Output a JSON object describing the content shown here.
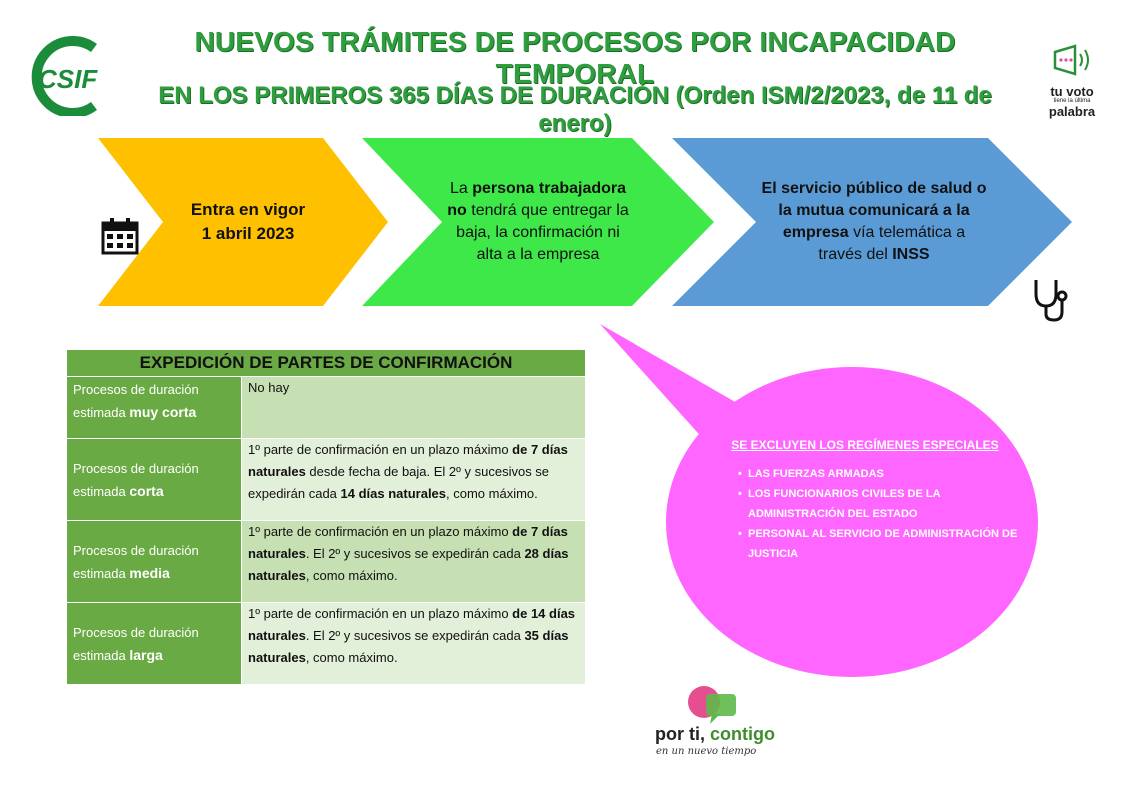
{
  "header": {
    "logo_text": "CSIF",
    "title_line1": "NUEVOS TRÁMITES DE PROCESOS POR INCAPACIDAD TEMPORAL",
    "title_line2": "EN LOS PRIMEROS 365 DÍAS DE DURACIÓN (Orden ISM/2/2023, de 11 de enero)",
    "tuvoto_big1": "tu voto",
    "tuvoto_small": "tiene la última",
    "tuvoto_big2": "palabra"
  },
  "steps": {
    "step1_line1": "Entra en vigor",
    "step1_line2": "1 abril 2023",
    "step2_pre": "La ",
    "step2_b1": "persona trabajadora no",
    "step2_post": " tendrá que entregar la baja, la confirmación ni alta a la empresa",
    "step3_b1": "El servicio público de salud o la mutua comunicará a la empresa",
    "step3_mid": " vía telemática a través del ",
    "step3_b2": "INSS"
  },
  "table": {
    "title": "EXPEDICIÓN DE PARTES DE CONFIRMACIÓN",
    "rows": [
      {
        "label_pre": "Procesos de duración estimada ",
        "label_b": "muy corta",
        "v1": "No hay",
        "b1": "",
        "v2": "",
        "b2": "",
        "v3": ""
      },
      {
        "label_pre": "Procesos de duración estimada ",
        "label_b": "corta",
        "v1": "1º parte de confirmación en un plazo máximo ",
        "b1": "de 7 días naturales",
        "v2": " desde fecha de baja. El 2º y sucesivos se expedirán cada ",
        "b2": "14 días naturales",
        "v3": ", como máximo."
      },
      {
        "label_pre": "Procesos de duración estimada ",
        "label_b": "media",
        "v1": "1º parte de confirmación en un plazo máximo ",
        "b1": "de 7 días naturales",
        "v2": ". El 2º y sucesivos se expedirán cada ",
        "b2": "28 días naturales",
        "v3": ", como máximo."
      },
      {
        "label_pre": "Procesos de duración estimada ",
        "label_b": "larga",
        "v1": "1º parte de confirmación en un plazo máximo ",
        "b1": "de 14 días naturales",
        "v2": ". El 2º y sucesivos se expedirán cada ",
        "b2": "35 días naturales",
        "v3": ", como máximo."
      }
    ]
  },
  "bubble": {
    "heading": "SE EXCLUYEN LOS REGÍMENES ESPECIALES",
    "items": [
      "LAS FUERZAS ARMADAS",
      " LOS FUNCIONARIOS CIVILES DE LA ADMINISTRACIÓN DEL ESTADO",
      "PERSONAL AL SERVICIO DE ADMINISTRACIÓN DE JUSTICIA"
    ]
  },
  "footer": {
    "slogan_a": "por ti, ",
    "slogan_b": "contigo",
    "tagline": "en un nuevo tiempo"
  },
  "colors": {
    "title_green": "#2e9e3e",
    "chev_yellow": "#ffc000",
    "chev_green": "#3fe849",
    "chev_blue": "#5b9bd5",
    "table_green": "#6aaa45",
    "bubble_pink": "#ff66ff"
  },
  "icons": [
    "calendar-icon",
    "stethoscope-icon",
    "megaphone-icon",
    "speech-bubbles-logo"
  ]
}
